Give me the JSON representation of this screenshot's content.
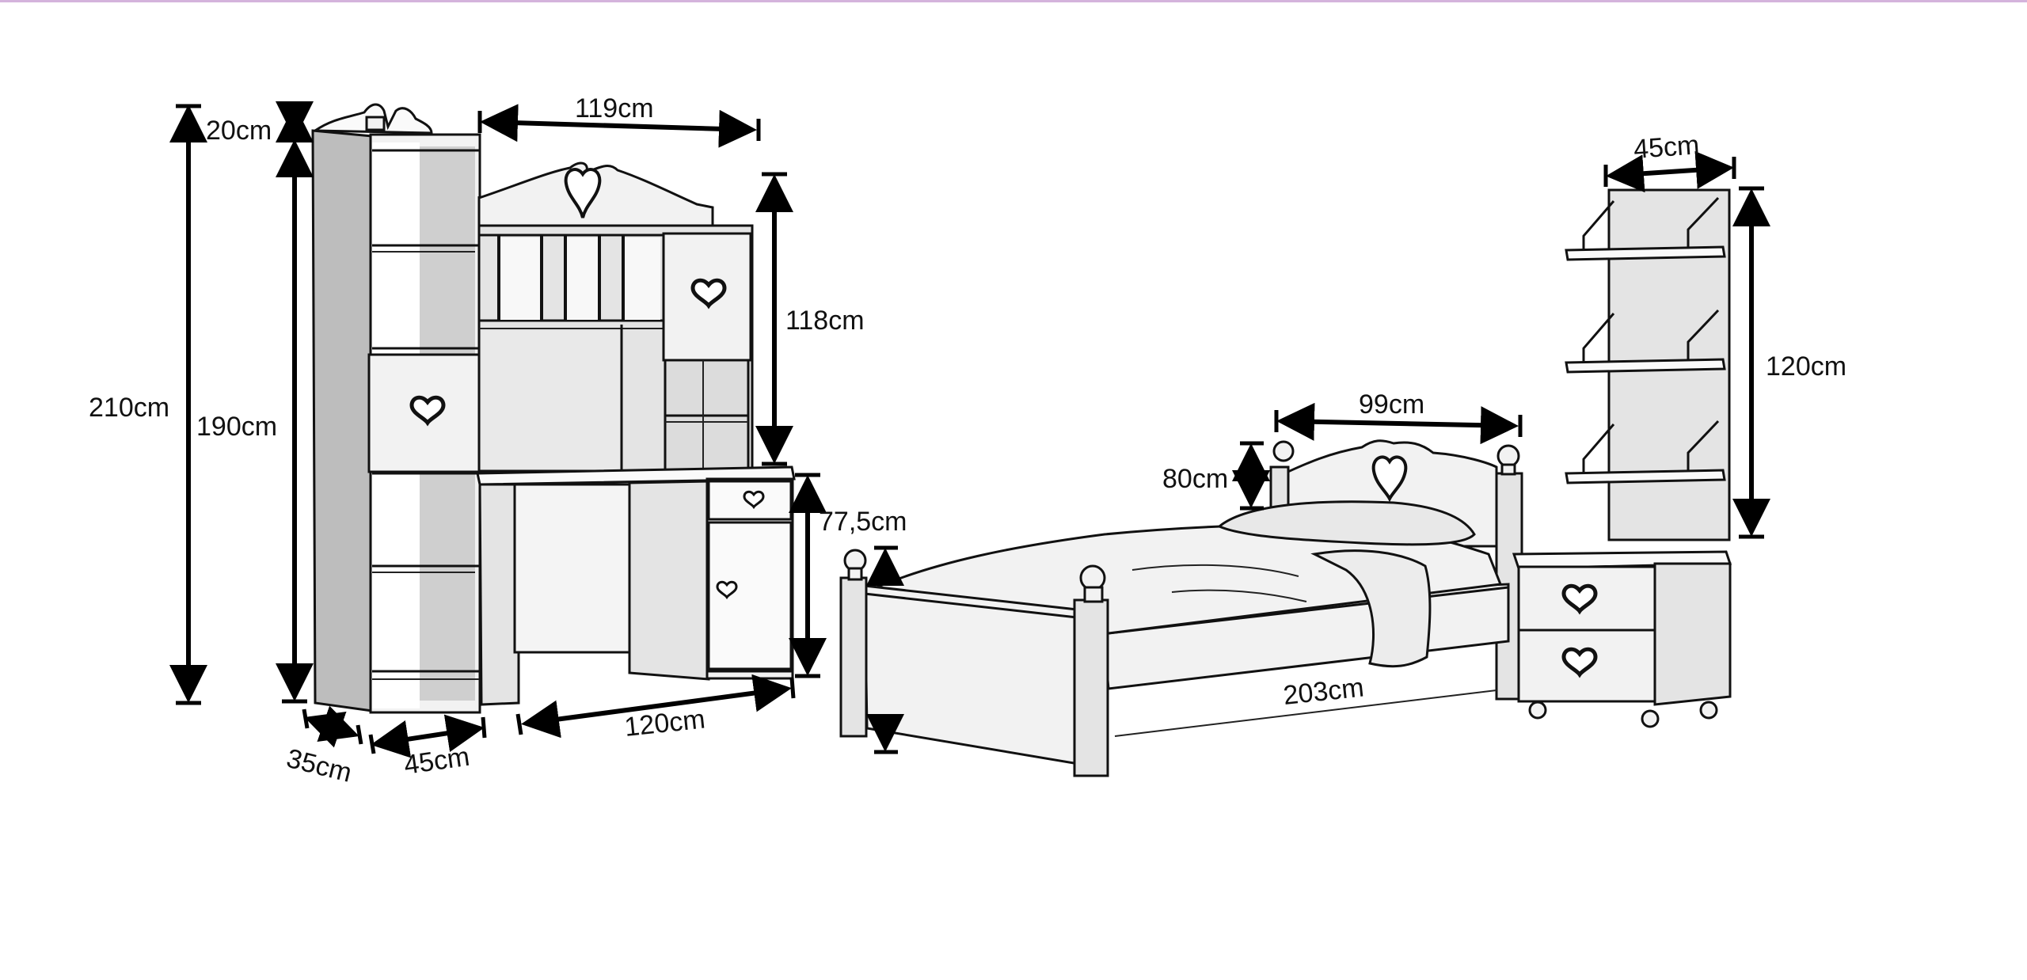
{
  "figure": {
    "accent_line_color": "#d4b3dc",
    "line_color": "#111111",
    "icons": [
      "heart-icon",
      "arrowhead-icon"
    ]
  },
  "dimensions": {
    "bookcase_total_height": "210cm",
    "bookcase_body_height": "190cm",
    "bookcase_top_height": "20cm",
    "bookcase_depth": "35cm",
    "bookcase_width": "45cm",
    "hutch_width": "119cm",
    "hutch_height": "118cm",
    "desk_height": "77,5cm",
    "desk_width": "120cm",
    "headboard_height": "80cm",
    "headboard_width": "99cm",
    "bed_length": "203cm",
    "wall_shelf_width": "45cm",
    "wall_shelf_height": "120cm"
  }
}
